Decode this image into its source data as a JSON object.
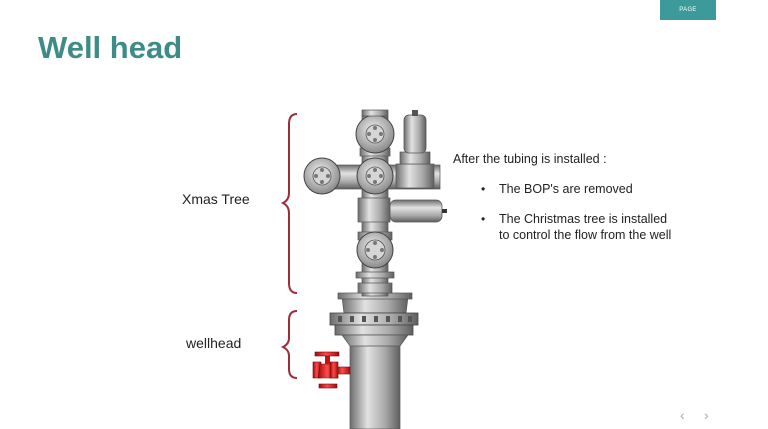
{
  "page_tag": "PAGE",
  "title": "Well head",
  "labels": {
    "xmas_tree": "Xmas Tree",
    "wellhead": "wellhead"
  },
  "info": {
    "lead": "After the tubing is installed :",
    "bullets": [
      {
        "text": "The BOP's are removed"
      },
      {
        "text": "The Christmas tree is installed to control the flow from the well"
      }
    ]
  },
  "nav": {
    "prev_icon": "chevron-left-icon",
    "next_icon": "chevron-right-icon"
  },
  "colors": {
    "title": "#3d8c88",
    "bracket": "#9b2d3c",
    "valve_red": "#e01b1b",
    "equipment_gray": "#bdbdbd"
  }
}
